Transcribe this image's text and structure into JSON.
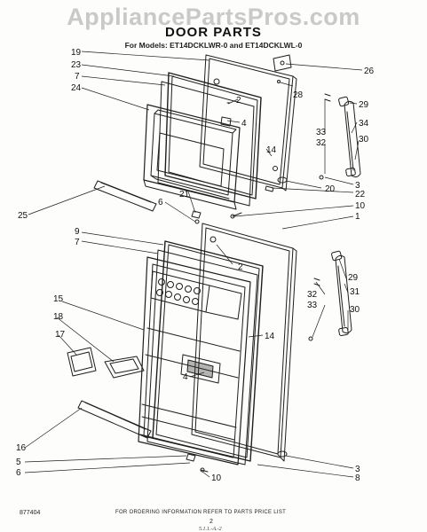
{
  "watermark": "AppliancePartsPros.com",
  "title": "DOOR PARTS",
  "subtitle": "For Models: ET14DCKLWR-0 and ET14DCKLWL-0",
  "footer_note": "FOR ORDERING INFORMATION REFER TO PARTS PRICE LIST",
  "page_number": "2",
  "page_ref": "5.1.1.-A.-2",
  "figure_code": "877404",
  "callouts": {
    "c19": "19",
    "c23": "23",
    "c7a": "7",
    "c24": "24",
    "c26": "26",
    "c28": "28",
    "c2a": "2",
    "c4a": "4",
    "c29a": "29",
    "c34": "34",
    "c33a": "33",
    "c32a": "32",
    "c30a": "30",
    "c14a": "14",
    "c3a": "3",
    "c20": "20",
    "c22": "22",
    "c21": "21",
    "c6a": "6",
    "c10a": "10",
    "c1": "1",
    "c25": "25",
    "c9": "9",
    "c7b": "7",
    "c2b": "2",
    "c29b": "29",
    "c31": "31",
    "c32b": "32",
    "c33b": "33",
    "c30b": "30",
    "c15": "15",
    "c18": "18",
    "c17": "17",
    "c14b": "14",
    "c4b": "4",
    "c16": "16",
    "c5": "5",
    "c6b": "6",
    "c10b": "10",
    "c3b": "3",
    "c8": "8"
  }
}
